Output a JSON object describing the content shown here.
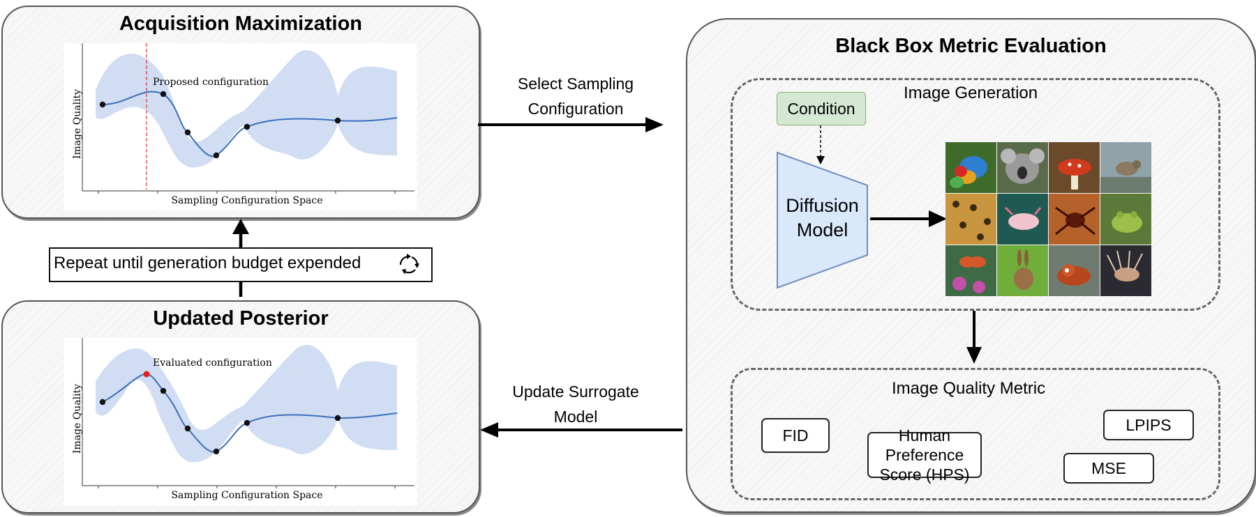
{
  "top_panel": {
    "title": "Acquisition Maximization",
    "plot": {
      "ylabel": "Image Quality",
      "xlabel": "Sampling Configuration Space",
      "annotation": "Proposed configuration"
    }
  },
  "bottom_panel": {
    "title": "Updated Posterior",
    "plot": {
      "ylabel": "Image Quality",
      "xlabel": "Sampling Configuration Space",
      "annotation": "Evaluated configuration"
    }
  },
  "loop_box": {
    "label": "Repeat until generation budget expended",
    "icon": "refresh-cycle-icon"
  },
  "arrows": {
    "select_label_line1": "Select Sampling",
    "select_label_line2": "Configuration",
    "update_label_line1": "Update Surrogate",
    "update_label_line2": "Model"
  },
  "right_panel": {
    "title": "Black Box Metric Evaluation",
    "image_generation": {
      "label": "Image Generation",
      "condition": "Condition",
      "model_line1": "Diffusion",
      "model_line2": "Model",
      "images": [
        "lorikeet",
        "koala",
        "mushroom",
        "sandpiper",
        "jaguar",
        "axolotl",
        "spider",
        "frog",
        "butterfly",
        "hare",
        "red-panda",
        "lionfish"
      ]
    },
    "image_quality_metric": {
      "label": "Image Quality Metric",
      "metrics": {
        "fid": "FID",
        "hps_line1": "Human Preference",
        "hps_line2": "Score (HPS)",
        "lpips": "LPIPS",
        "mse": "MSE"
      }
    }
  },
  "colors": {
    "band_fill": "#c9d7f0",
    "mean_line": "#3b6fba",
    "highlight_point": "#e32020",
    "proposal_line": "#e03030",
    "condition_fill": "#d5e8d4",
    "condition_border": "#82b366",
    "model_fill": "#dae8fc",
    "model_border": "#6c8ebf"
  }
}
